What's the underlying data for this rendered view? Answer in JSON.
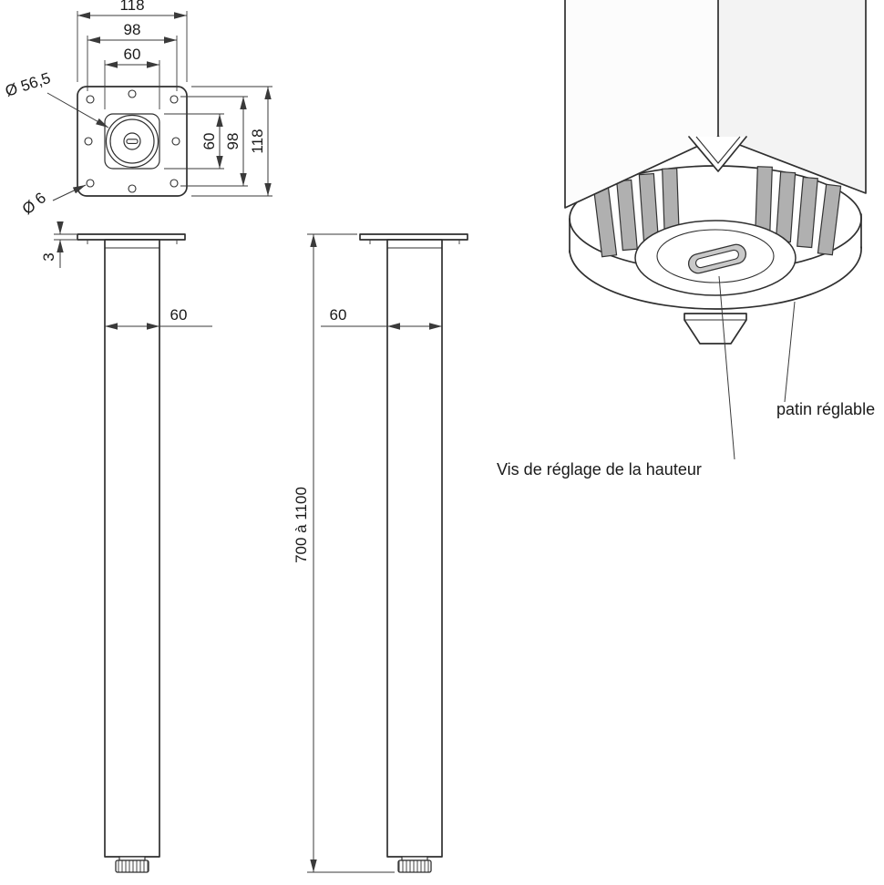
{
  "top_view": {
    "dim_outer_width": "118",
    "dim_hole_spacing_width": "98",
    "dim_tube_width": "60",
    "dim_tube_height": "60",
    "dim_hole_spacing_height": "98",
    "dim_outer_height": "118",
    "dia_ring": "Ø 56,5",
    "dia_hole": "Ø 6"
  },
  "side_view": {
    "dim_plate_thickness": "3",
    "dim_leg_width_left": "60",
    "dim_leg_width_right": "60",
    "dim_height_range": "700 à 1100"
  },
  "detail_view": {
    "label_pad": "patin réglable",
    "label_screw": "Vis de réglage de la hauteur"
  },
  "colors": {
    "line": "#2f2f2f",
    "dim": "#3a3a3a",
    "text": "#1a1a1a",
    "background": "#ffffff"
  }
}
